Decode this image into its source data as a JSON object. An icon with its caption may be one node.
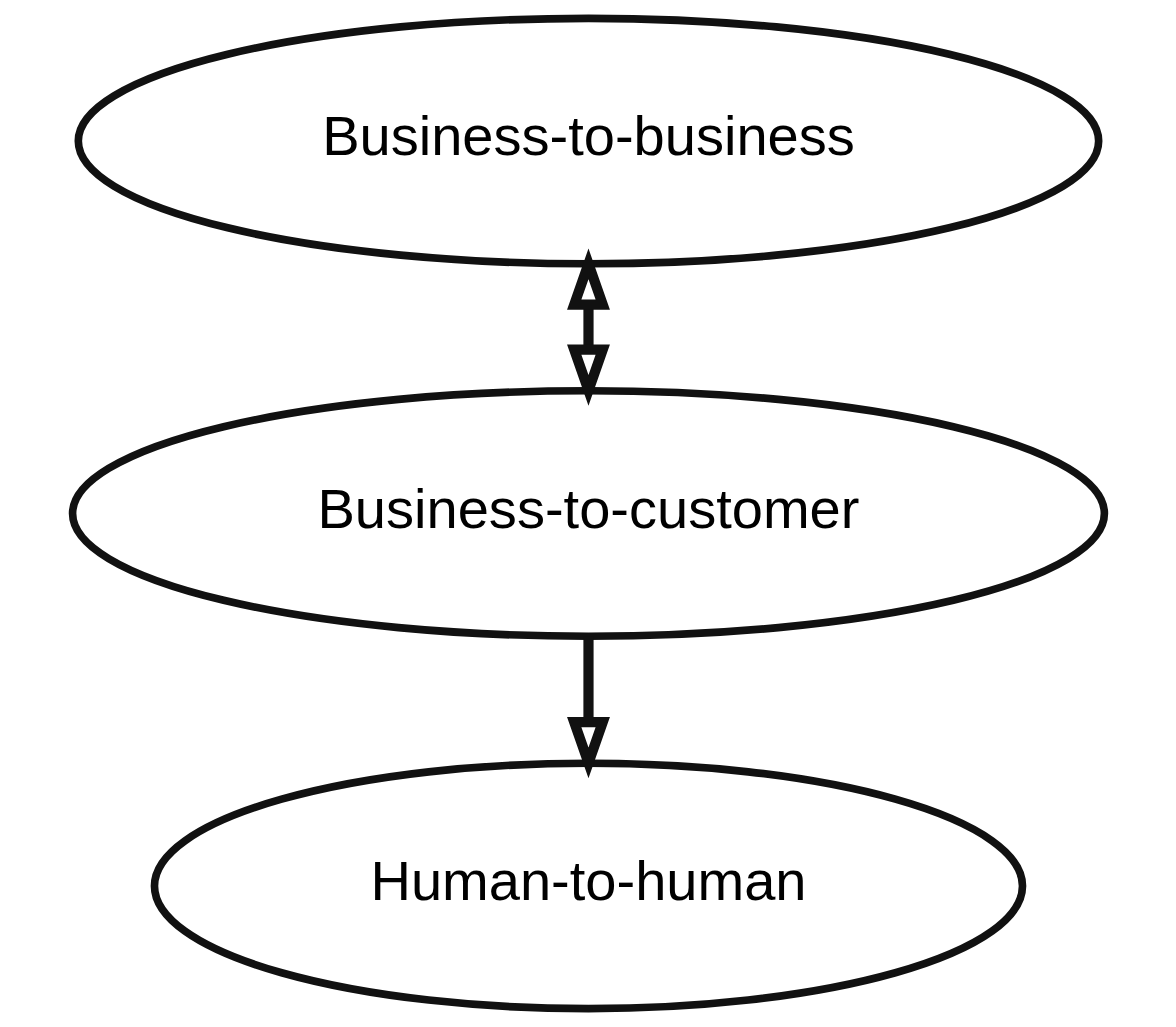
{
  "diagram": {
    "nodes": [
      {
        "text": [
          "Business-to-business"
        ]
      },
      {
        "text": [
          "Business-to-customer"
        ]
      },
      {
        "text": [
          "Human-to-human"
        ]
      }
    ],
    "edges": [
      {
        "from": 0,
        "to": 1,
        "arrow": "both"
      },
      {
        "from": 1,
        "to": 2,
        "arrow": "to"
      }
    ]
  }
}
